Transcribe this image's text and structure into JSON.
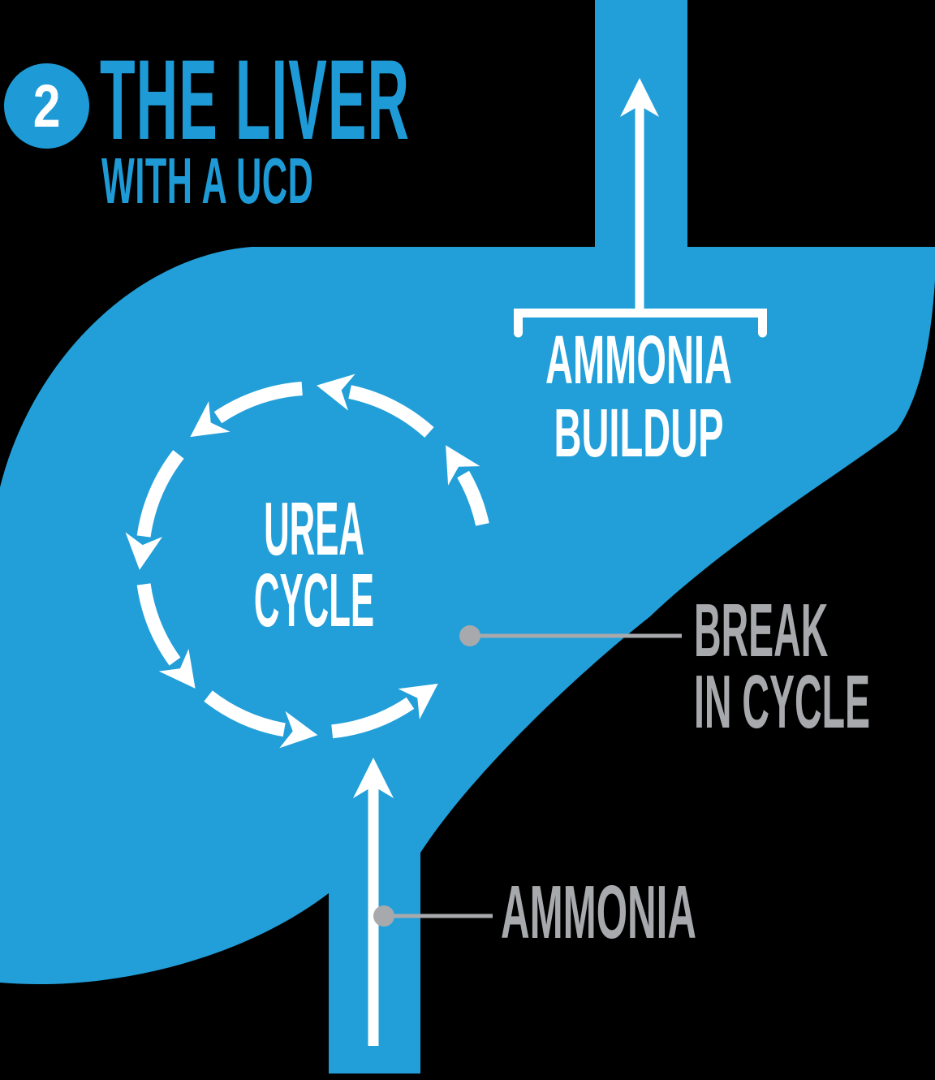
{
  "badge": {
    "number": "2"
  },
  "header": {
    "title": "THE LIVER",
    "subtitle": "WITH A UCD"
  },
  "liver": {
    "buildup": {
      "line1": "AMMONIA",
      "line2": "BUILDUP"
    },
    "cycle": {
      "line1": "UREA",
      "line2": "CYCLE"
    }
  },
  "callouts": {
    "break": {
      "line1": "BREAK",
      "line2": "IN CYCLE"
    },
    "ammonia": {
      "label": "AMMONIA"
    }
  },
  "icons": {
    "outflow_arrow": "up-arrow",
    "inflow_arrow": "up-arrow",
    "cycle_arrows": "counterclockwise-arc-arrows",
    "buildup_bracket": "bracket"
  },
  "colors": {
    "background": "#000000",
    "liver_blue": "#229FD9",
    "accent_blue": "#1E9BD7",
    "label_gray": "#A7A9AC",
    "white": "#FFFFFF"
  }
}
